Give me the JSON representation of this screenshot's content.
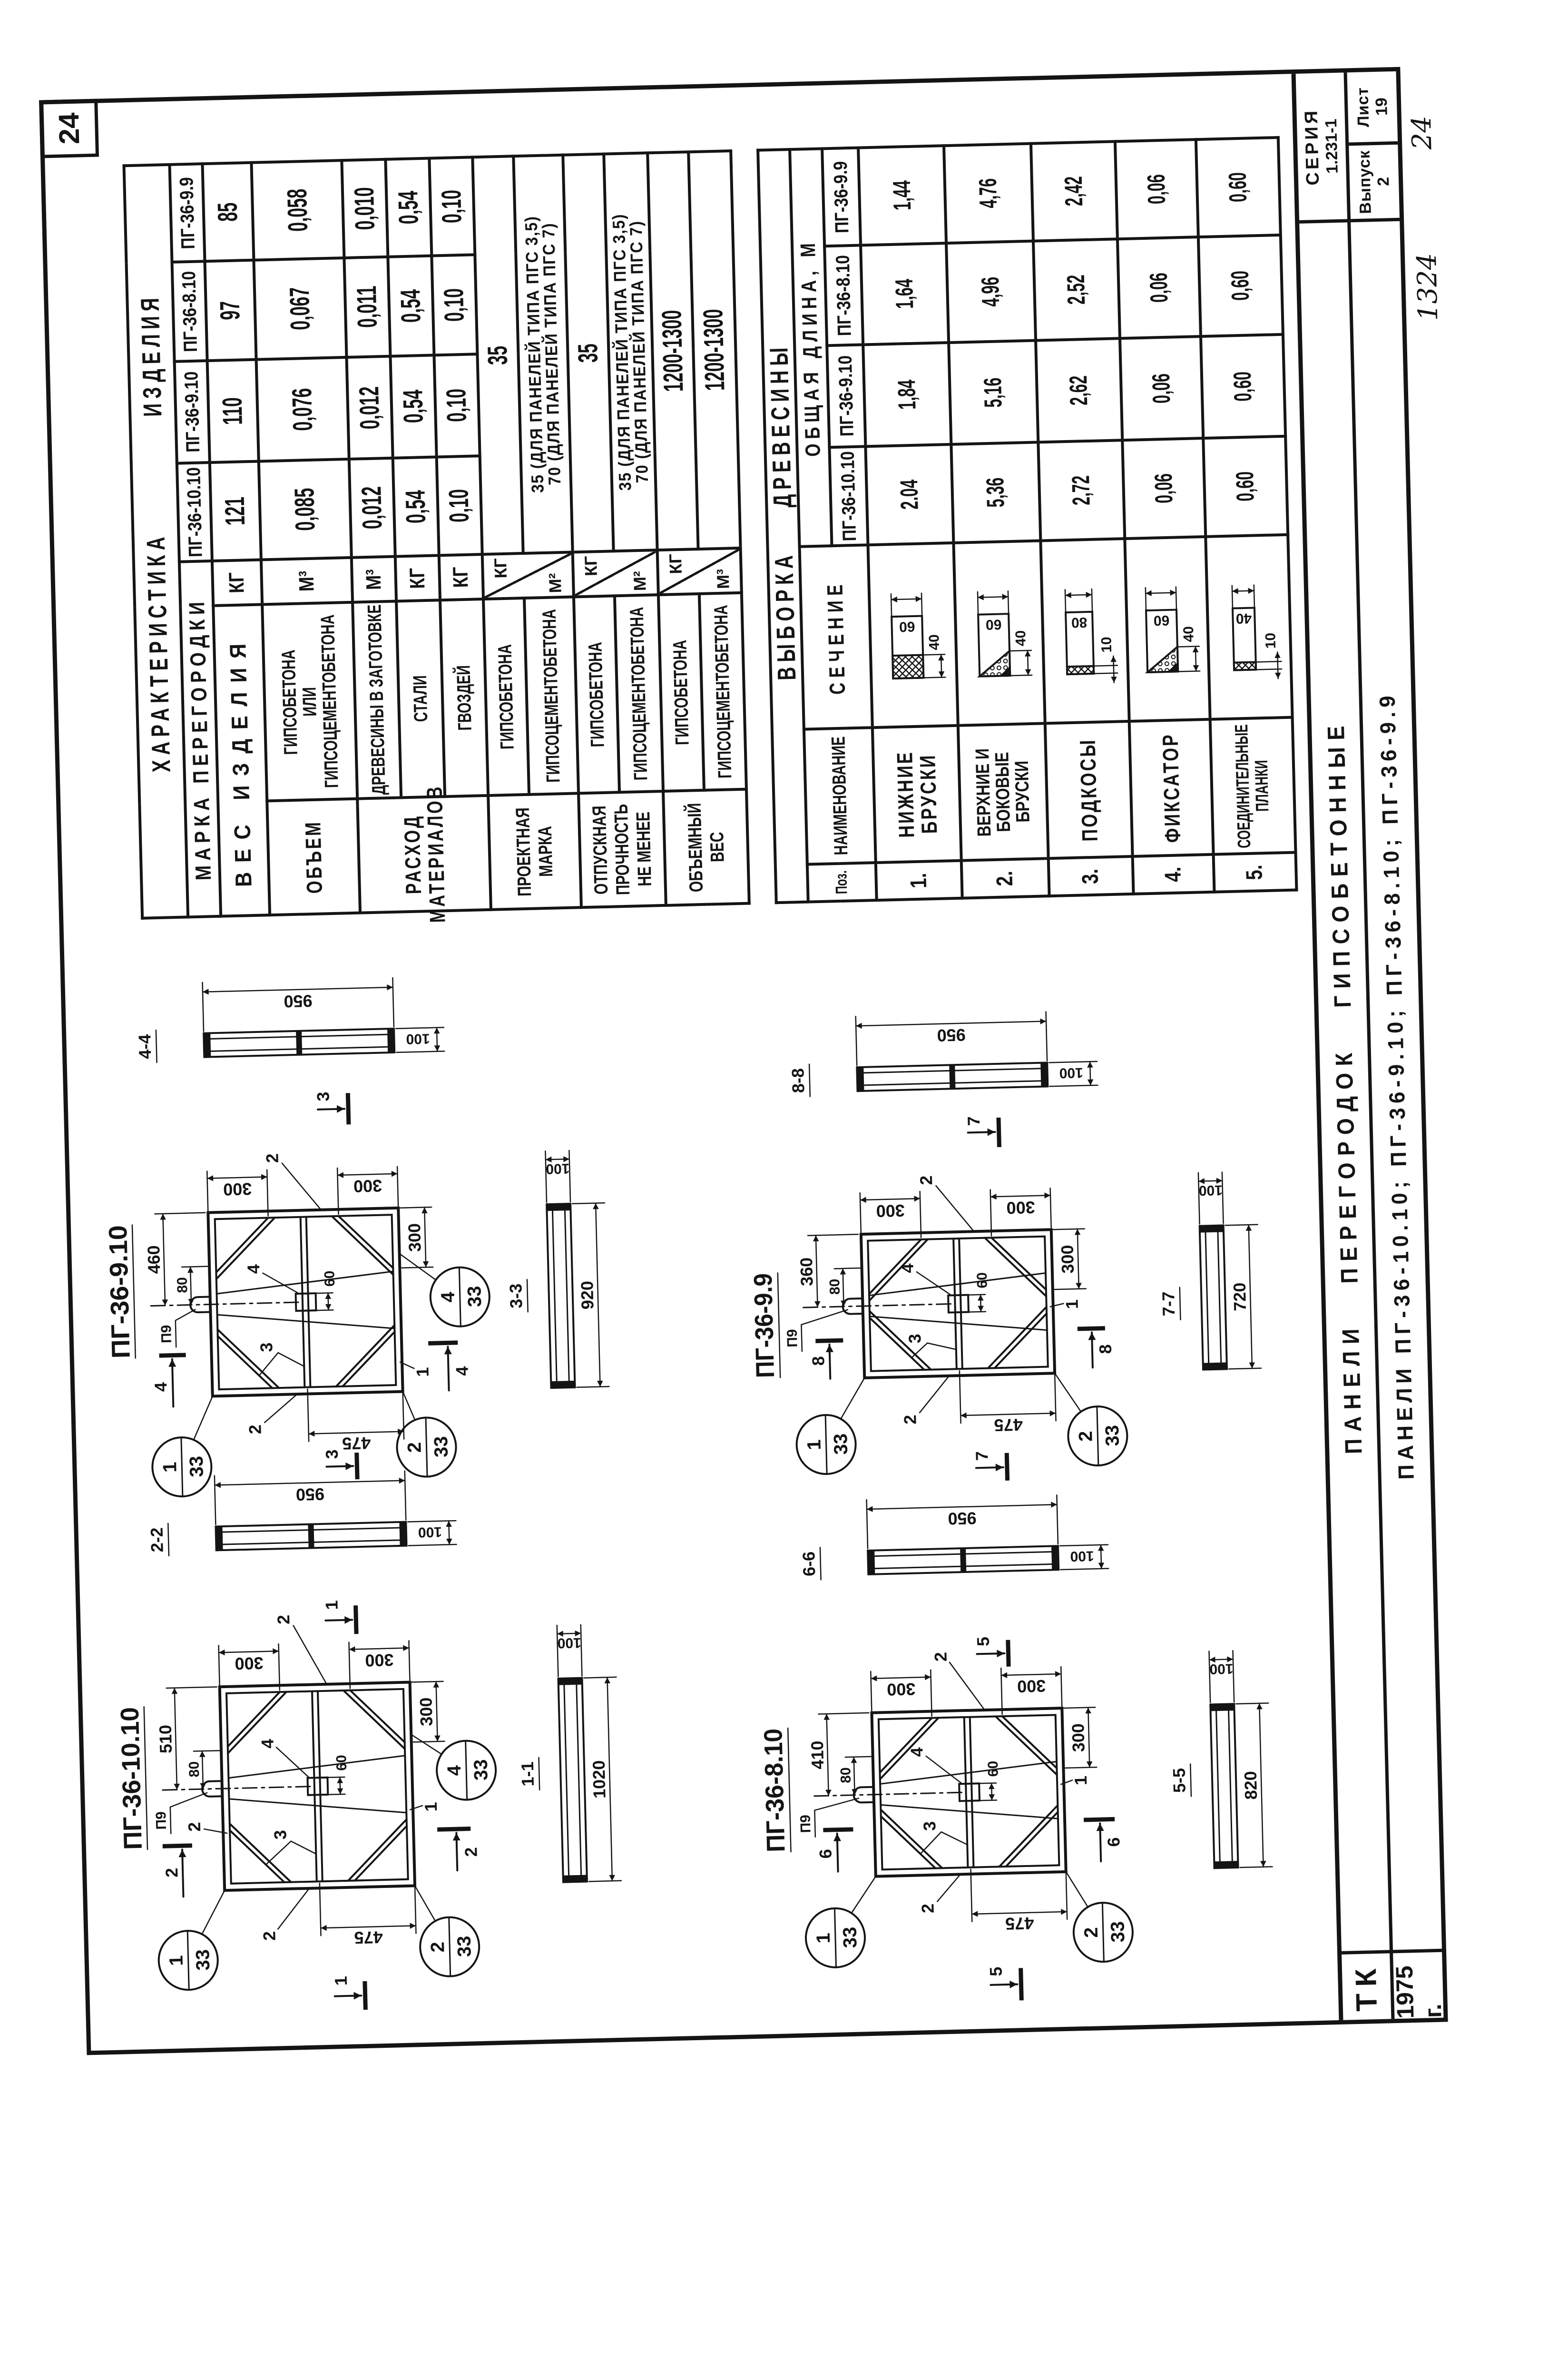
{
  "sheet": {
    "corner_sheet_number": "24",
    "handwritten_sheet_number": "24",
    "handwritten_code": "1324"
  },
  "characteristics": {
    "title_left": "ХАРАКТЕРИСТИКА",
    "title_right": "ИЗДЕЛИЯ",
    "mark_label": "МАРКА ПЕРЕГОРОДКИ",
    "columns": [
      "ПГ-36-10.10",
      "ПГ-36-9.10",
      "ПГ-36-8.10",
      "ПГ-36-9.9"
    ],
    "weight": {
      "label": "ВЕС ИЗДЕЛИЯ",
      "unit": "КГ",
      "values": [
        "121",
        "110",
        "97",
        "85"
      ]
    },
    "volume": {
      "group": "ОБЪЕМ",
      "label": "ГИПСОБЕТОНА\nИЛИ\nГИПСОЦЕМЕНТОБЕТОНА",
      "unit": "М³",
      "values": [
        "0,085",
        "0,076",
        "0,067",
        "0,058"
      ]
    },
    "consumption": {
      "group": "РАСХОД\nМАТЕРИАЛОВ",
      "rows": [
        {
          "label": "ДРЕВЕСИНЫ В ЗАГОТОВКЕ",
          "unit": "М³",
          "values": [
            "0,012",
            "0,012",
            "0,011",
            "0,010"
          ]
        },
        {
          "label": "СТАЛИ",
          "unit": "КГ",
          "values": [
            "0,54",
            "0,54",
            "0,54",
            "0,54"
          ]
        },
        {
          "label": "ГВОЗДЕЙ",
          "unit": "КГ",
          "values": [
            "0,10",
            "0,10",
            "0,10",
            "0,10"
          ]
        }
      ]
    },
    "design_grade": {
      "group": "ПРОЕКТНАЯ\nМАРКА",
      "unit_top": "КГ",
      "unit_bottom": "М²",
      "rows": [
        {
          "label": "ГИПСОБЕТОНА",
          "value": "35"
        },
        {
          "label": "ГИПСОЦЕМЕНТОБЕТОНА",
          "value": "35 (ДЛЯ ПАНЕЛЕЙ ТИПА ПГС 3,5)\n70 (ДЛЯ ПАНЕЛЕЙ ТИПА ПГС 7)"
        }
      ]
    },
    "release_strength": {
      "group": "ОТПУСКНАЯ\nПРОЧНОСТЬ\nНЕ МЕНЕЕ",
      "unit_top": "КГ",
      "unit_bottom": "М²",
      "rows": [
        {
          "label": "ГИПСОБЕТОНА",
          "value": "35"
        },
        {
          "label": "ГИПСОЦЕМЕНТОБЕТОНА",
          "value": "35 (ДЛЯ ПАНЕЛЕЙ ТИПА ПГС 3,5)\n70 (ДЛЯ ПАНЕЛЕЙ ТИПА ПГС 7)"
        }
      ]
    },
    "density": {
      "group": "ОБЪЕМНЫЙ\nВЕС",
      "unit_top": "КГ",
      "unit_bottom": "М³",
      "rows": [
        {
          "label": "ГИПСОБЕТОНА",
          "value": "1200-1300"
        },
        {
          "label": "ГИПСОЦЕМЕНТОБЕТОНА",
          "value": "1200-1300"
        }
      ]
    }
  },
  "timber": {
    "title_left": "ВЫБОРКА",
    "title_right": "ДРЕВЕСИНЫ",
    "headers": {
      "pos": "Поз.",
      "name": "НАИМЕНОВАНИЕ",
      "section": "СЕЧЕНИЕ",
      "total_length": "ОБЩАЯ ДЛИНА, М"
    },
    "columns": [
      "ПГ-36-10.10",
      "ПГ-36-9.10",
      "ПГ-36-8.10",
      "ПГ-36-9.9"
    ],
    "rows": [
      {
        "pos": "1.",
        "name": "НИЖНИЕ\nБРУСКИ",
        "section": {
          "a": "60",
          "b": "40"
        },
        "values": [
          "2.04",
          "1,84",
          "1,64",
          "1,44"
        ]
      },
      {
        "pos": "2.",
        "name": "ВЕРХНИЕ И\nБОКОВЫЕ\nБРУСКИ",
        "section": {
          "a": "60",
          "b": "40"
        },
        "values": [
          "5,36",
          "5,16",
          "4,96",
          "4,76"
        ]
      },
      {
        "pos": "3.",
        "name": "ПОДКОСЫ",
        "section": {
          "a": "80",
          "b": "10"
        },
        "values": [
          "2,72",
          "2,62",
          "2,52",
          "2,42"
        ]
      },
      {
        "pos": "4.",
        "name": "ФИКСАТОР",
        "section": {
          "a": "60",
          "b": "40"
        },
        "values": [
          "0,06",
          "0,06",
          "0,06",
          "0,06"
        ]
      },
      {
        "pos": "5.",
        "name": "СОЕДИНИТЕЛЬНЫЕ\nПЛАНКИ",
        "section": {
          "a": "40",
          "b": "10"
        },
        "values": [
          "0,60",
          "0,60",
          "0,60",
          "0,60"
        ]
      }
    ]
  },
  "title_block": {
    "org": "ТК",
    "year": "1975 г.",
    "title": "ПАНЕЛИ ПЕРЕГОРОДОК ГИПСОБЕТОННЫЕ",
    "subtitle": "ПАНЕЛИ ПГ-36-10.10; ПГ-36-9.10; ПГ-36-8.10; ПГ-36-9.9",
    "series_label": "СЕРИЯ",
    "series": "1.231-1",
    "issue_label": "Выпуск",
    "issue": "2",
    "sheet_label": "Лист",
    "sheet": "19"
  },
  "drawings": [
    {
      "title": "ПГ-36-10.10",
      "loop_label": "П9",
      "dims": {
        "loop_from_edge": "510",
        "loop_offset": "80",
        "brace": "300",
        "half_height": "475",
        "fixator": "60"
      },
      "items": {
        "bar": "2",
        "bottom_bar": "1",
        "brace": "3",
        "fixator": "4"
      },
      "nodes": [
        {
          "num": "1",
          "sheet": "33"
        },
        {
          "num": "2",
          "sheet": "33"
        },
        {
          "num": "4",
          "sheet": "33"
        }
      ],
      "cut_h": "1",
      "cut_v": "2",
      "section_h": {
        "label": "1-1",
        "length": "1020",
        "thickness": "100"
      },
      "section_v": {
        "label": "2-2",
        "length": "950",
        "thickness": "100"
      }
    },
    {
      "title": "ПГ-36-9.10",
      "loop_label": "П9",
      "dims": {
        "loop_from_edge": "460",
        "loop_offset": "80",
        "brace": "300",
        "half_height": "475",
        "fixator": "60"
      },
      "items": {
        "bar": "2",
        "bottom_bar": "1",
        "brace": "3",
        "fixator": "4"
      },
      "nodes": [
        {
          "num": "1",
          "sheet": "33"
        },
        {
          "num": "2",
          "sheet": "33"
        },
        {
          "num": "4",
          "sheet": "33"
        }
      ],
      "cut_h": "3",
      "cut_v": "4",
      "section_h": {
        "label": "3-3",
        "length": "920",
        "thickness": "100"
      },
      "section_v": {
        "label": "4-4",
        "length": "950",
        "thickness": "100"
      }
    },
    {
      "title": "ПГ-36-8.10",
      "loop_label": "П9",
      "dims": {
        "loop_from_edge": "410",
        "loop_offset": "80",
        "brace": "300",
        "half_height": "475",
        "fixator": "60"
      },
      "items": {
        "bar": "2",
        "bottom_bar": "1",
        "brace": "3",
        "fixator": "4"
      },
      "nodes": [
        {
          "num": "1",
          "sheet": "33"
        },
        {
          "num": "2",
          "sheet": "33"
        }
      ],
      "cut_h": "5",
      "cut_v": "6",
      "section_h": {
        "label": "5-5",
        "length": "820",
        "thickness": "100"
      },
      "section_v": {
        "label": "6-6",
        "length": "950",
        "thickness": "100"
      }
    },
    {
      "title": "ПГ-36-9.9",
      "loop_label": "П9",
      "dims": {
        "loop_from_edge": "360",
        "loop_offset": "80",
        "brace": "300",
        "half_height": "475",
        "fixator": "60"
      },
      "items": {
        "bar": "2",
        "bottom_bar": "1",
        "brace": "3",
        "fixator": "4"
      },
      "nodes": [
        {
          "num": "1",
          "sheet": "33"
        },
        {
          "num": "2",
          "sheet": "33"
        }
      ],
      "cut_h": "7",
      "cut_v": "8",
      "section_h": {
        "label": "7-7",
        "length": "720",
        "thickness": "100"
      },
      "section_v": {
        "label": "8-8",
        "length": "950",
        "thickness": "100"
      }
    }
  ]
}
